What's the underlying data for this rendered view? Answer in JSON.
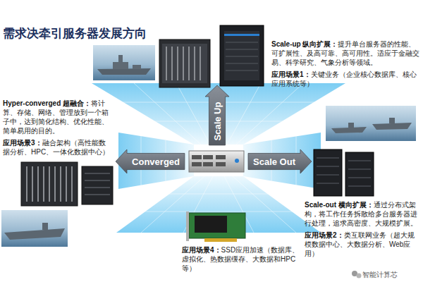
{
  "diagram": {
    "title": "需求决牵引服务器发展方向",
    "nodes": [
      {
        "text": [
          "Scale Up"
        ]
      },
      {
        "text": [
          "Converged"
        ]
      },
      {
        "text": [
          "Scale Out"
        ]
      }
    ],
    "labels": [
      "Scale-up 纵向扩展：",
      "提升单台服务器的性能、可扩展性、及高可靠、高可用性。适应于金融交易、科学研究、气象分析等领域。",
      "应用场景1：",
      "关键业务（企业核心数据库、核心应用系统等）",
      "Hyper-converged 超融合：",
      "将计算、存储、网络、管理放到一个箱子中，达到简化结构、优化性能、简单易用的目的。",
      "应用场景3：",
      "融合架构（高性能数据分析、HPC、一体化数据中心）",
      "Scale-out 横向扩展：",
      "通过分布式架构，将工作任务拆散给多台服务器进行处理，追求高密度、大规模扩展。",
      "应用场景2：",
      "类互联网业务（超大规模数据中心、大数据分析、Web应用）",
      "应用场景4：",
      "SSD应用加速（数据库、虚拟化、热数据缓存、大数据和HPC等）",
      "智能计算芯"
    ]
  }
}
